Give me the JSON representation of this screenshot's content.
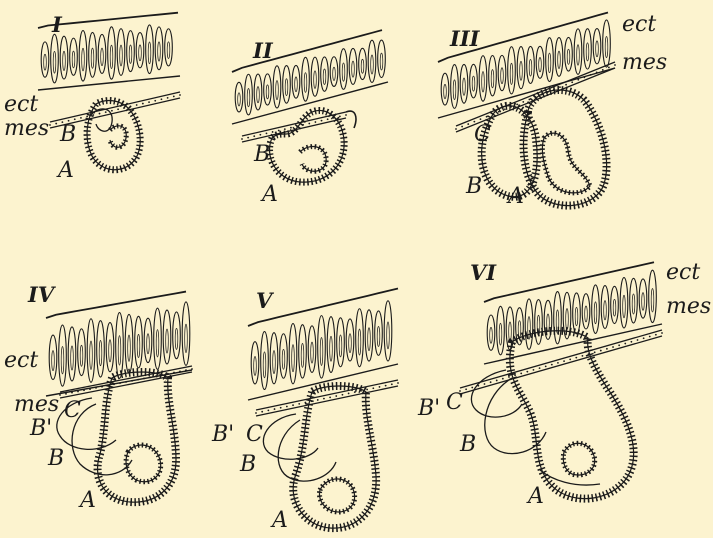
{
  "panels": [
    {
      "id": "I",
      "roman": "I",
      "labels": {
        "ect": "ect",
        "mes": "mes",
        "a": "A",
        "b": "B"
      }
    },
    {
      "id": "II",
      "roman": "II",
      "labels": {
        "a": "A",
        "b": "B"
      }
    },
    {
      "id": "III",
      "roman": "III",
      "labels": {
        "ect": "ect",
        "mes": "mes",
        "a": "A",
        "b": "B",
        "c": "C"
      }
    },
    {
      "id": "IV",
      "roman": "IV",
      "labels": {
        "ect": "ect",
        "mes": "mes",
        "a": "A",
        "b": "B",
        "b_prime": "B'",
        "c": "C"
      }
    },
    {
      "id": "V",
      "roman": "V",
      "labels": {
        "a": "A",
        "b": "B",
        "b_prime": "B'",
        "c": "C"
      }
    },
    {
      "id": "VI",
      "roman": "VI",
      "labels": {
        "ect": "ect",
        "mes": "mes",
        "a": "A",
        "b": "B",
        "b_prime": "B'",
        "c": "C"
      }
    }
  ],
  "colors": {
    "paper": "#fcf3cf",
    "ink": "#1b1b1b"
  }
}
